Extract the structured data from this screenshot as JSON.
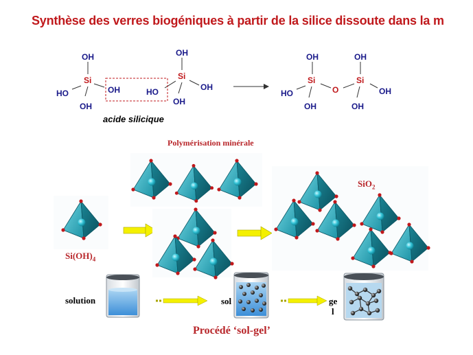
{
  "title": "Synthèse des verres biogéniques à partir de la silice dissoute dans la m",
  "reaction": {
    "left_molecule_1": {
      "top": "OH",
      "center": "Si",
      "left": "HO",
      "right": "OH",
      "bottom": "OH"
    },
    "left_molecule_2": {
      "top": "OH",
      "center": "Si",
      "left": "HO",
      "right": "OH",
      "bottom": "OH"
    },
    "product": {
      "top_left": "OH",
      "top_right": "OH",
      "si_left": "Si",
      "bridge": "O",
      "si_right": "Si",
      "left": "HO",
      "right": "OH",
      "bottom_left": "OH",
      "bottom_right": "OH"
    },
    "caption": "acide silicique"
  },
  "polymerisation_label": "Polymérisation minérale",
  "monomer_label": "Si(OH)",
  "monomer_subscript": "4",
  "network_label": "SiO",
  "network_subscript": "2",
  "solgel": {
    "solution_label": "solution",
    "sol_label": "sol",
    "gel_label_1": "ge",
    "gel_label_2": "l",
    "process_label": "Procédé ‘sol-gel’"
  },
  "colors": {
    "title": "#c0191c",
    "tetra_light": "#3fb8c8",
    "tetra_dark": "#0f6f7e",
    "arrow_yellow": "#f4f000",
    "label_red": "#b8262a"
  }
}
